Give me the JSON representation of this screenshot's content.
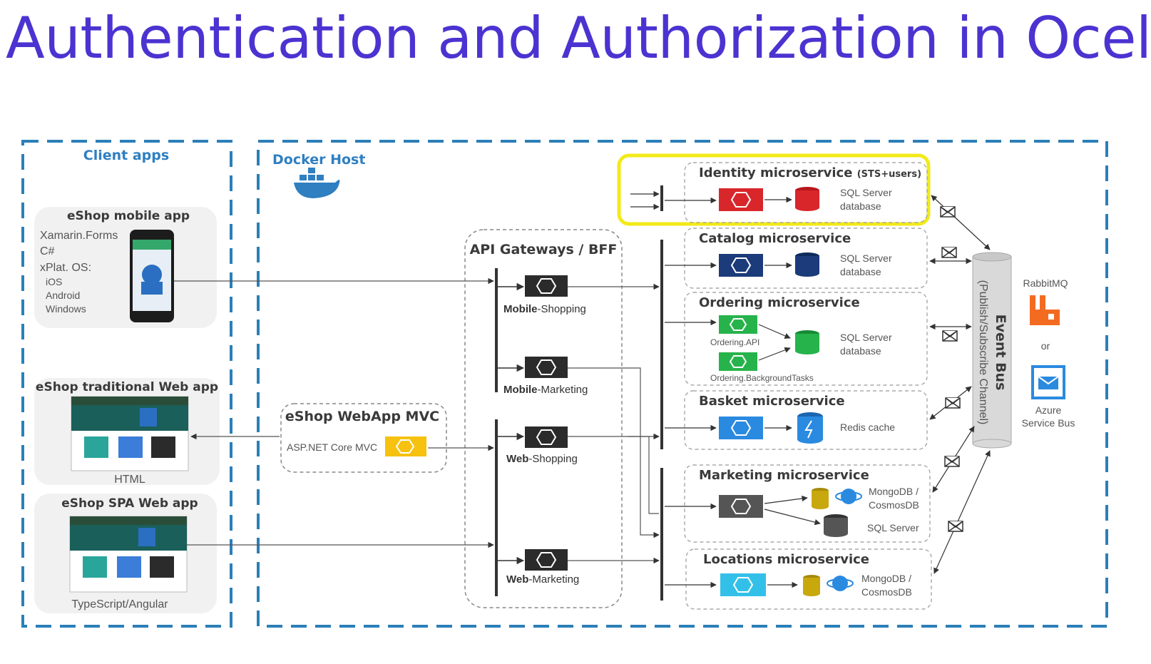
{
  "title": "Authentication and Authorization in Ocelot",
  "client_apps": {
    "label": "Client apps",
    "mobile": {
      "title": "eShop mobile app",
      "lines": [
        "Xamarin.Forms",
        "C#",
        "xPlat. OS:",
        "iOS",
        "Android",
        "Windows"
      ]
    },
    "traditional": {
      "title": "eShop traditional Web app",
      "caption": "HTML"
    },
    "spa": {
      "title": "eShop SPA Web app",
      "caption": "TypeScript/Angular"
    }
  },
  "docker_host": {
    "label": "Docker Host"
  },
  "webapp_mvc": {
    "title": "eShop WebApp MVC",
    "caption": "ASP.NET Core MVC"
  },
  "gateways": {
    "title": "API Gateways / BFF",
    "items": [
      {
        "bold": "Mobile",
        "rest": "-Shopping"
      },
      {
        "bold": "Mobile",
        "rest": "-Marketing"
      },
      {
        "bold": "Web",
        "rest": "-Shopping"
      },
      {
        "bold": "Web",
        "rest": "-Marketing"
      }
    ]
  },
  "services": {
    "identity": {
      "title": "Identity microservice",
      "suffix": "(STS+users)",
      "db": [
        "SQL Server",
        "database"
      ],
      "color": "#d8262b"
    },
    "catalog": {
      "title": "Catalog microservice",
      "db": [
        "SQL Server",
        "database"
      ],
      "color": "#1b3b7a"
    },
    "ordering": {
      "title": "Ordering microservice",
      "api": "Ordering.API",
      "bg": "Ordering.BackgroundTasks",
      "db": [
        "SQL Server",
        "database"
      ],
      "color": "#27b34b"
    },
    "basket": {
      "title": "Basket microservice",
      "db": [
        "Redis cache"
      ],
      "color": "#2a8ae0"
    },
    "marketing": {
      "title": "Marketing microservice",
      "db": [
        "MongoDB /",
        "CosmosDB"
      ],
      "db2": "SQL Server",
      "color": "#555555"
    },
    "locations": {
      "title": "Locations microservice",
      "db": [
        "MongoDB /",
        "CosmosDB"
      ],
      "color": "#33c0e8"
    }
  },
  "event_bus": {
    "title": "Event Bus",
    "subtitle": "(Publish/Subscribe Channel)"
  },
  "brokers": {
    "rabbit": "RabbitMQ",
    "or": "or",
    "azure": [
      "Azure",
      "Service Bus"
    ]
  },
  "colors": {
    "title": "#4b33d1",
    "dashed_border": "#2b7fb8",
    "highlight": "#f2ea1a"
  }
}
